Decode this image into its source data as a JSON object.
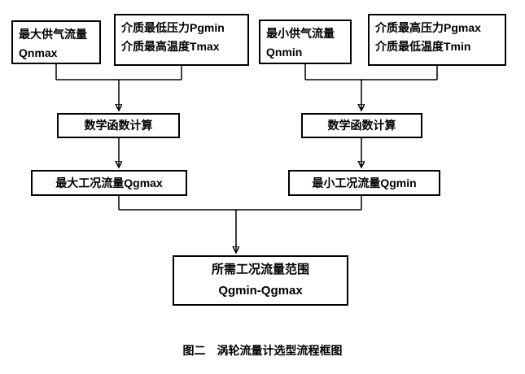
{
  "diagram": {
    "boxes": {
      "qnmax": {
        "line1": "最大供气流量",
        "line2": "Qnmax"
      },
      "pg_tmax": {
        "line1": "介质最低压力Pgmin",
        "line2": "介质最高温度Tmax"
      },
      "qnmin": {
        "line1": "最小供气流量",
        "line2": "Qnmin"
      },
      "pg_tmin": {
        "line1": "介质最高压力Pgmax",
        "line2": "介质最低温度Tmin"
      },
      "calc_left": {
        "label": "数学函数计算"
      },
      "calc_right": {
        "label": "数学函数计算"
      },
      "qgmax": {
        "label": "最大工况流量Qgmax"
      },
      "qgmin": {
        "label": "最小工况流量Qgmin"
      },
      "result": {
        "line1": "所需工况流量范围",
        "line2": "Qgmin-Qgmax"
      }
    },
    "caption": "图二　涡轮流量计选型流程框图",
    "colors": {
      "border": "#000000",
      "line": "#000000",
      "text": "#000000",
      "background": "#ffffff"
    }
  }
}
